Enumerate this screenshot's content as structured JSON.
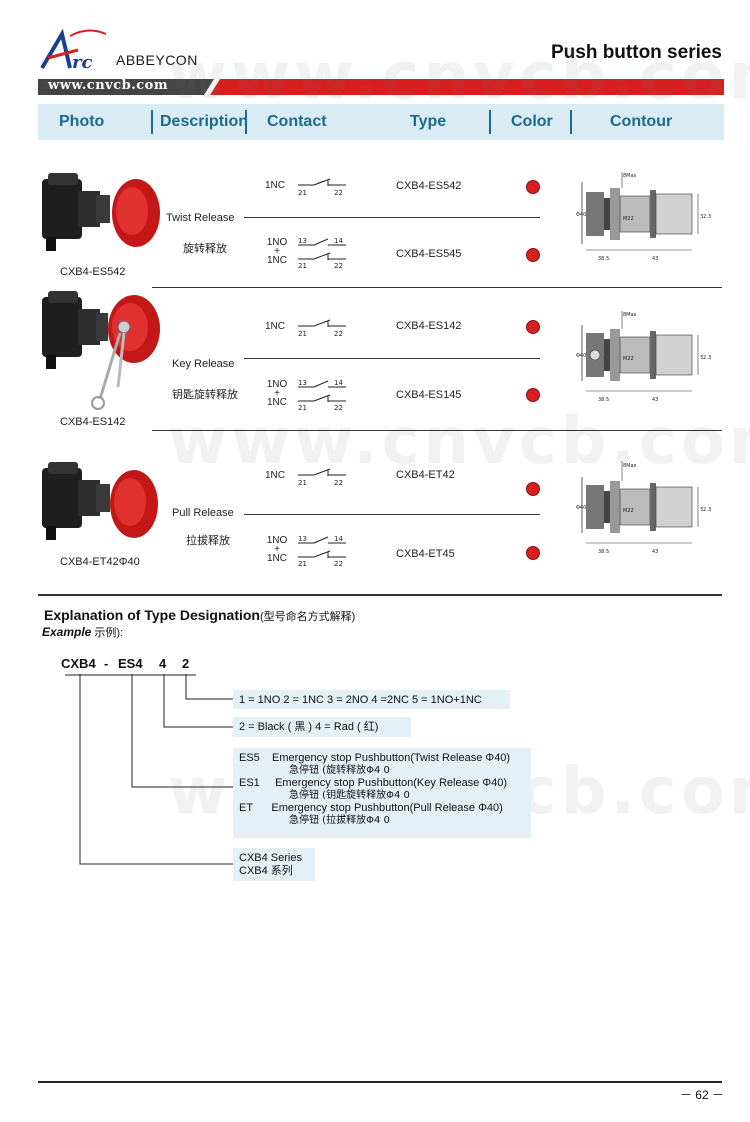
{
  "header": {
    "brand": "ABBEYCON",
    "logo_mark": "Arc",
    "series_title": "Push button series",
    "url": "www.cnvcb.com"
  },
  "columns": [
    "Photo",
    "Description",
    "Contact",
    "Type",
    "Color",
    "Contour"
  ],
  "rows": [
    {
      "caption": "CXB4-ES542",
      "desc_en": "Twist Release",
      "desc_cn": "旋转释放",
      "contacts": [
        {
          "label": "1NC",
          "type": "CXB4-ES542"
        },
        {
          "label": "1NO + 1NC",
          "type": "CXB4-ES545"
        }
      ],
      "dimensions": [
        "8Max",
        "M22",
        "32.3",
        "38.5",
        "43",
        "Φ40"
      ]
    },
    {
      "caption": "CXB4-ES142",
      "desc_en": "Key Release",
      "desc_cn": "钥匙旋转释放",
      "contacts": [
        {
          "label": "1NC",
          "type": "CXB4-ES142"
        },
        {
          "label": "1NO + 1NC",
          "type": "CXB4-ES145"
        }
      ],
      "dimensions": [
        "8Max",
        "M22",
        "32.3",
        "38.5",
        "43",
        "Φ40"
      ]
    },
    {
      "caption": "CXB4-ET42Φ40",
      "desc_en": "Pull Release",
      "desc_cn": "拉拔释放",
      "contacts": [
        {
          "label": "1NC",
          "type": "CXB4-ET42"
        },
        {
          "label": "1NO + 1NC",
          "type": "CXB4-ET45"
        }
      ],
      "dimensions": [
        "8Max",
        "M22",
        "32.3",
        "38.5",
        "43",
        "Φ40"
      ]
    }
  ],
  "contact_symbols": {
    "nc": [
      "21",
      "22"
    ],
    "no": [
      "13",
      "14"
    ]
  },
  "color_swatch": "#d81f1f",
  "watermark": "www.cnvcb.com",
  "explanation": {
    "title": "Explanation of Type Designation",
    "title_cn": "(型号命名方式解释)",
    "example": "Example",
    "example_cn": "示例):",
    "code": {
      "part1": "CXB4",
      "dash": "-",
      "part2": "ES4",
      "part3": "4",
      "part4": "2"
    },
    "box1": "1 = 1NO   2 = 1NC  3 = 2NO 4 =2NC 5 = 1NO+1NC",
    "box2": "2 = Black (  黑 ) 4 = Rad (  红)",
    "box3": [
      {
        "code": "ES5",
        "en": "Emergency stop Pushbutton(Twist Release Φ40)",
        "cn": "急停钮 (旋转释放Φ4 0"
      },
      {
        "code": "ES1",
        "en": "Emergency stop Pushbutton(Key Release   Φ40)",
        "cn": "急停钮 (钥匙旋转释放Φ4 0"
      },
      {
        "code": "ET",
        "en": "Emergency stop Pushbutton(Pull Release   Φ40)",
        "cn": "急停钮 (拉拔释放Φ4 0"
      }
    ],
    "box4": [
      "CXB4 Series",
      "CXB4 系列"
    ]
  },
  "page_number": "－ 62 －"
}
